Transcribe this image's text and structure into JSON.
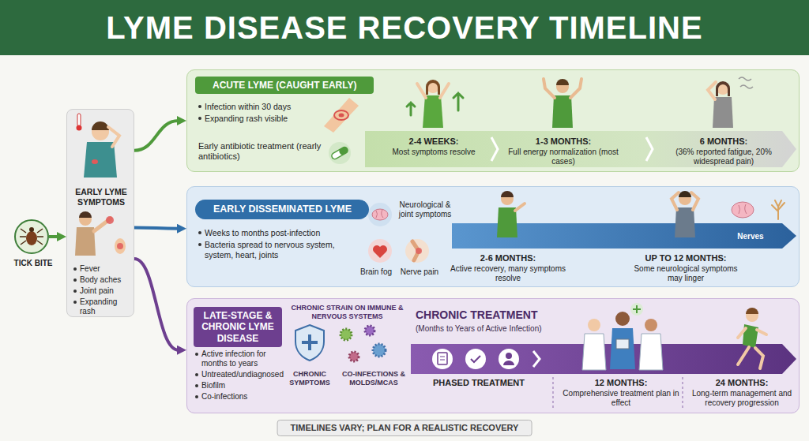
{
  "diagram": {
    "title": "LYME DISEASE RECOVERY TIMELINE",
    "caption": "TIMELINES VARY; PLAN FOR A REALISTIC RECOVERY",
    "nodes": [
      {
        "text": [
          "TICK BITE"
        ]
      },
      {
        "text": [
          "EARLY LYME SYMPTOMS",
          "Fever",
          "Body aches",
          "Joint pain",
          "Expanding rash"
        ]
      },
      {
        "text": [
          "Infection within 30 days",
          "Expanding rash visible",
          "Early antibiotic treatment (rearly antibiotics)",
          "2-4 WEEKS:",
          "Most symptoms resolve",
          "1-3 MONTHS:",
          "Full energy normalization (most cases)",
          "6 MONTHS:",
          "(36% reported fatigue, 20% widespread pain)"
        ]
      },
      {
        "text": [
          "ACUTE LYME (CAUGHT EARLY)"
        ],
        "in": 2
      },
      {
        "text": [
          "Weeks to months post-infection",
          "Bacteria spread to nervous system, system, heart, joints",
          "Neurological & joint symptoms",
          "Brain fog",
          "Nerve pain",
          "2-6 MONTHS:",
          "Active recovery, many symptoms resolve",
          "UP TO 12 MONTHS:",
          "Some neurological symptoms may linger",
          "Nerves"
        ]
      },
      {
        "text": [
          "EARLY DISSEMINATED LYME"
        ],
        "in": 4
      },
      {
        "text": [
          "Active infection for months to years",
          "Untreated/undiagnosed",
          "Biofilm",
          "Co-infections",
          "CHRONIC STRAIN ON IMMUNE & NERVOUS SYSTEMS",
          "CHRONIC SYMPTOMS",
          "CO-INFECTIONS & MOLDS/MCAS",
          "CHRONIC TREATMENT",
          "(Months to Years of Active Infection)",
          "PHASED TREATMENT",
          "12 MONTHS:",
          "Comprehensive treatment plan in effect",
          "24 MONTHS:",
          "Long-term management and recovery progression"
        ]
      },
      {
        "text": [
          "LATE-STAGE & CHRONIC LYME DISEASE"
        ],
        "in": 6
      }
    ],
    "edges": [
      {
        "from": 0,
        "to": 1,
        "arrow": "to"
      },
      {
        "from": 1,
        "to": 2,
        "arrow": "to"
      },
      {
        "from": 1,
        "to": 4,
        "arrow": "to"
      },
      {
        "from": 1,
        "to": 6,
        "arrow": "to"
      }
    ]
  }
}
